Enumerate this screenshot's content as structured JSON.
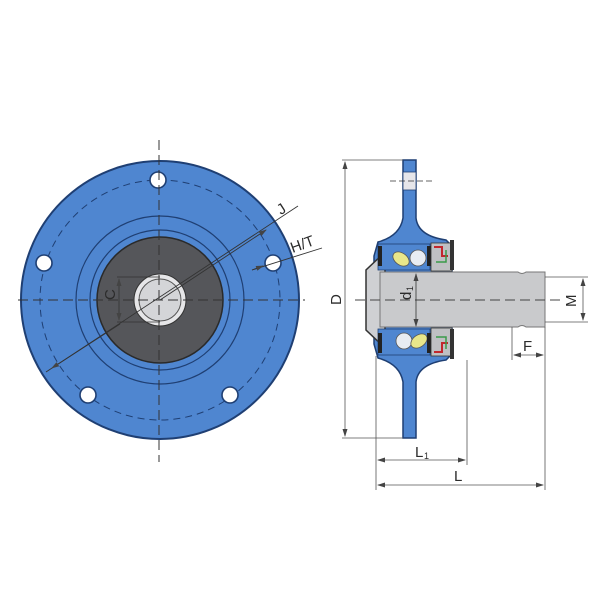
{
  "diagram": {
    "type": "technical-drawing",
    "subject": "flanged bearing hub unit",
    "views": {
      "front": {
        "labels": {
          "J": "J",
          "HT": "H/T",
          "C": "C"
        },
        "bolt_hole_count": 5
      },
      "side": {
        "labels": {
          "D": "D",
          "d1_main": "d",
          "d1_sub": "1",
          "M": "M",
          "F": "F",
          "L1_main": "L",
          "L1_sub": "1",
          "L": "L"
        }
      }
    },
    "colors": {
      "flange_blue": "#4f86d0",
      "outline": "#1f3f73",
      "inner_dark": "#55565a",
      "shaft_gray": "#c9cacc",
      "bore_light": "#dcdde0",
      "seal_red": "#c2272d",
      "seal_green": "#3a9a4a",
      "ball_yellow": "#e8e68a",
      "dim_line": "#555555"
    }
  }
}
